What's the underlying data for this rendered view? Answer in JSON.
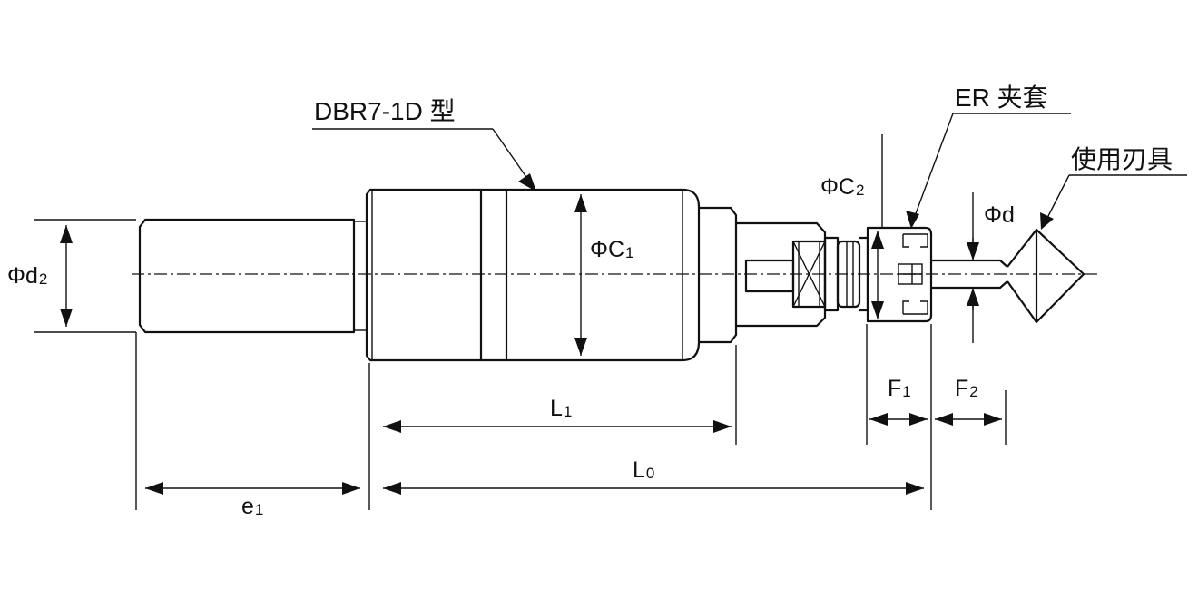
{
  "callouts": {
    "model": "DBR7-1D 型",
    "collet": "ER 夹套",
    "tool": "使用刃具"
  },
  "dimensions": {
    "phi_d2": {
      "main": "Φd",
      "sub": "2"
    },
    "phi_c1": {
      "main": "ΦC",
      "sub": "1"
    },
    "phi_c2": {
      "main": "ΦC",
      "sub": "2"
    },
    "phi_d": {
      "main": "Φd",
      "sub": ""
    },
    "l1": {
      "main": "L",
      "sub": "1"
    },
    "l0": {
      "main": "L",
      "sub": "0"
    },
    "e1": {
      "main": "e",
      "sub": "1"
    },
    "f1": {
      "main": "F",
      "sub": "1"
    },
    "f2": {
      "main": "F",
      "sub": "2"
    }
  }
}
